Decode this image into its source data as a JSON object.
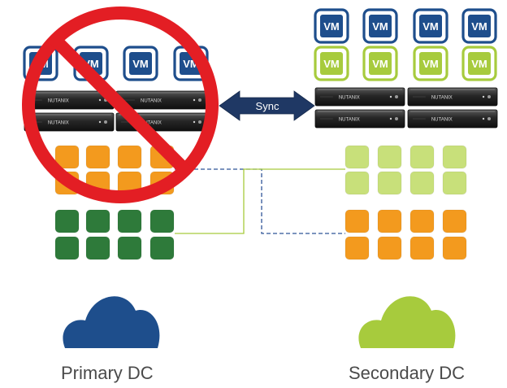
{
  "sites": {
    "primary": {
      "label": "Primary DC",
      "status": "failed"
    },
    "secondary": {
      "label": "Secondary DC",
      "status": "active"
    }
  },
  "vm": {
    "label": "VM"
  },
  "server": {
    "brand": "NUTANIX"
  },
  "sync": {
    "label": "Sync"
  },
  "colors": {
    "navy": "#1e4e8c",
    "lime": "#a7cb3d",
    "orange": "#f39a1e",
    "dark_green": "#2e7a3a",
    "light_green": "#c8e07a",
    "red": "#e31e24",
    "cloud_blue": "#1e4e8c",
    "cloud_green": "#a7cb3d"
  }
}
